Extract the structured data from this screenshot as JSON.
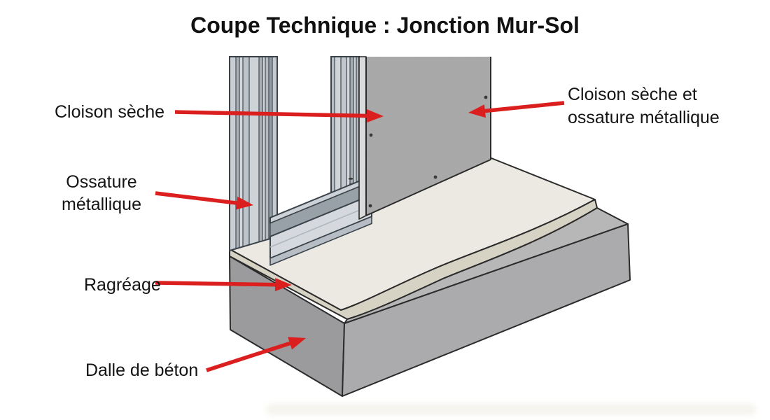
{
  "title": "Coupe Technique : Jonction Mur-Sol",
  "labels": {
    "cloison_seche": "Cloison sèche",
    "cloison_ossature": "Cloison sèche et\nossature métallique",
    "ossature": "Ossature\nmétallique",
    "ragreage": "Ragréage",
    "dalle_beton": "Dalle de béton"
  },
  "colors": {
    "arrow": "#db1f1f",
    "text": "#141414",
    "outline": "#2b2b2b",
    "drywall_panel": "#a9a9a9",
    "drywall_edge": "#d8dadc",
    "screed_top": "#ebe9e2",
    "screed_edge": "#d6d3c4",
    "slab_step": "#b7b7b7",
    "slab_left_face": "#9b9b9e",
    "slab_right_face": "#ababad",
    "stud_metal": "#c9ced4",
    "track_channel": "#99a1a8"
  }
}
